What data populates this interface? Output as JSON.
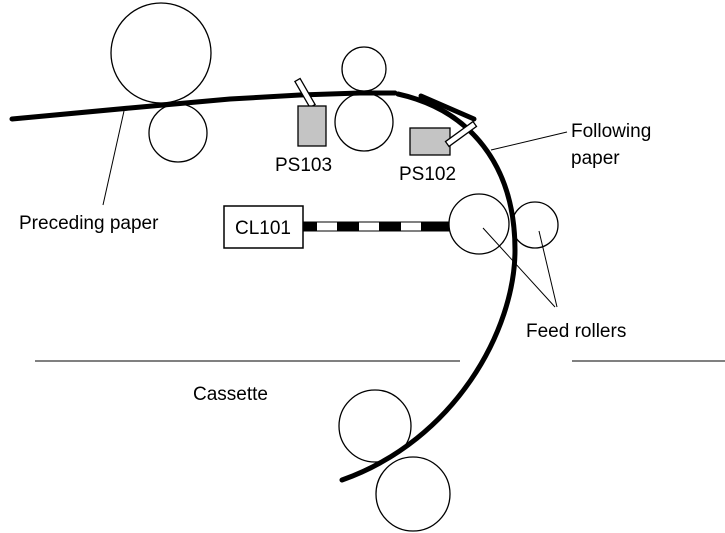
{
  "diagram": {
    "labels": {
      "ps103": "PS103",
      "ps102": "PS102",
      "cl101": "CL101",
      "following_paper_line1": "Following",
      "following_paper_line2": "paper",
      "preceding_paper": "Preceding paper",
      "feed_rollers": "Feed rollers",
      "cassette": "Cassette"
    },
    "colors": {
      "line": "#000000",
      "sensor_fill": "#c4c4c4",
      "background": "#ffffff"
    }
  }
}
